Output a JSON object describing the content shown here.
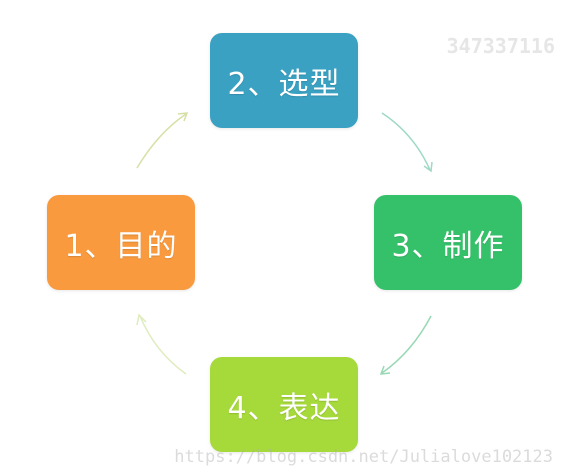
{
  "steps": [
    {
      "label": "1、目的",
      "color": "#f99a3e"
    },
    {
      "label": "2、选型",
      "color": "#3aa1c2"
    },
    {
      "label": "3、制作",
      "color": "#35c16a"
    },
    {
      "label": "4、表达",
      "color": "#a6d93a"
    }
  ],
  "arrow_colors": {
    "step1_to_step2": "#d6e0a6",
    "step2_to_step3": "#9fd9c4",
    "step3_to_step4": "#98d8b3",
    "step4_to_step1": "#dfecbd"
  },
  "watermarks": {
    "top_right": "347337116",
    "bottom_right": "https://blog.csdn.net/Julialove102123"
  }
}
